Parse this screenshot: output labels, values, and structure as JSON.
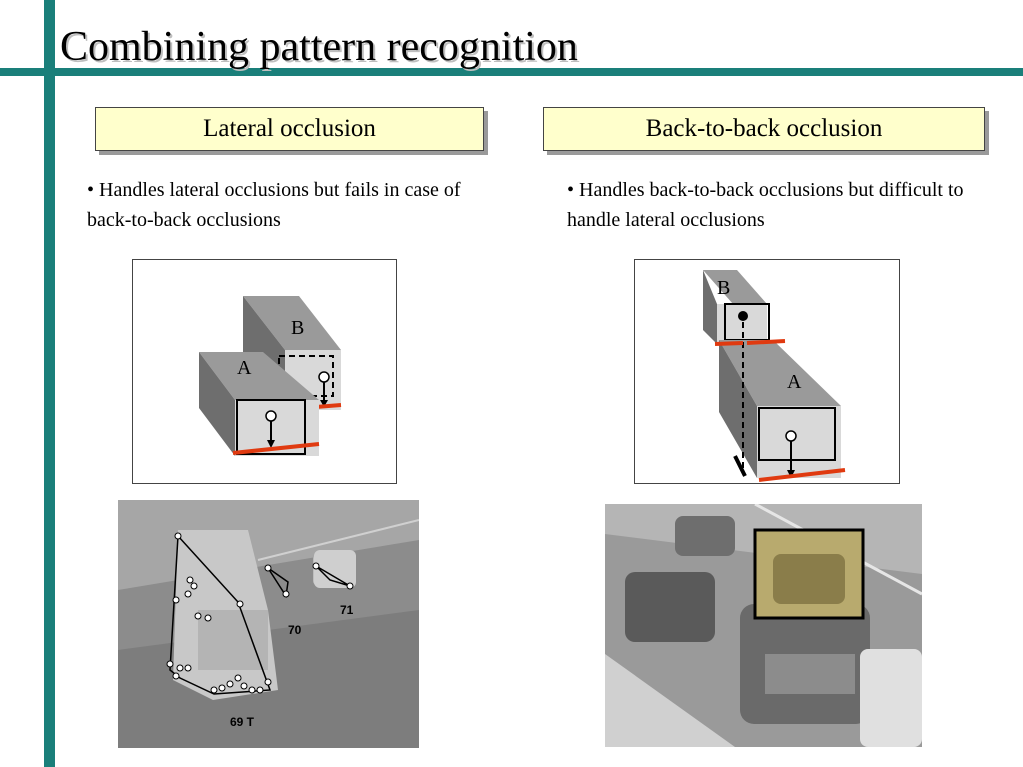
{
  "title": "Combining pattern recognition",
  "left": {
    "heading": "Lateral occlusion",
    "bullet": "• Handles lateral occlusions but fails in case of back-to-back occlusions",
    "labels": {
      "a": "A",
      "b": "B"
    },
    "photo_labels": {
      "l1": "71",
      "l2": "70",
      "l3": "69 T"
    }
  },
  "right": {
    "heading": "Back-to-back occlusion",
    "bullet": "• Handles back-to-back occlusions but difficult to handle lateral occlusions",
    "labels": {
      "a": "A",
      "b": "B"
    }
  },
  "colors": {
    "accent_bar": "#1a7f7a",
    "box_fill": "#ffffcc",
    "occlusion_edge": "#e03a10"
  }
}
